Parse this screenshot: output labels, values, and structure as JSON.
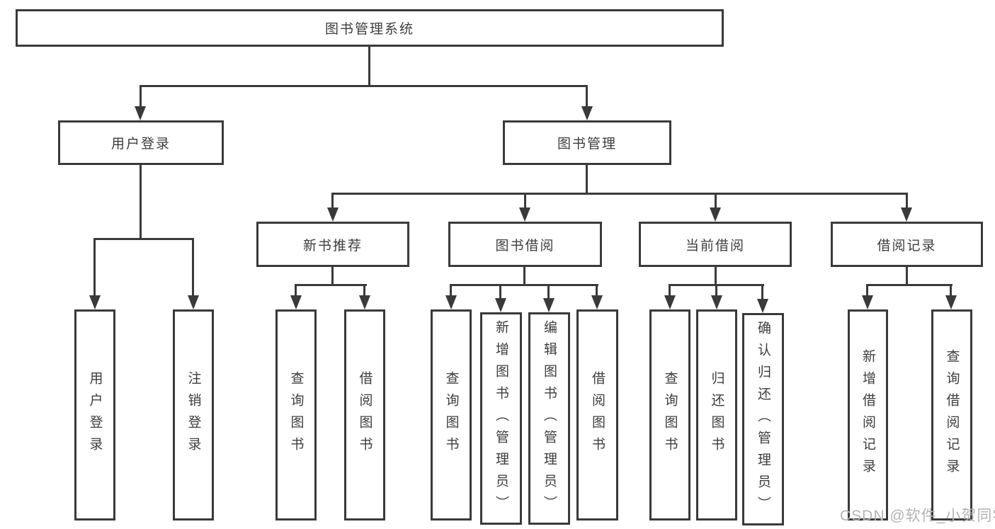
{
  "diagram_type": "functional-structure-tree",
  "root": {
    "label": "图书管理系统"
  },
  "modules": {
    "user_login": {
      "label": "用户登录"
    },
    "book_management": {
      "label": "图书管理"
    }
  },
  "submodules": {
    "new_book_recommend": {
      "label": "新书推荐"
    },
    "book_borrowing": {
      "label": "图书借阅"
    },
    "current_borrowing": {
      "label": "当前借阅"
    },
    "borrowing_records": {
      "label": "借阅记录"
    }
  },
  "functions": {
    "user_login": {
      "label": "用户登录"
    },
    "logout": {
      "label": "注销登录"
    },
    "recommend_query_books": {
      "label": "查询图书"
    },
    "recommend_borrow_books": {
      "label": "借阅图书"
    },
    "borrowing_query_books": {
      "label": "查询图书"
    },
    "borrowing_add_books": {
      "label": "新增图书（管理员）"
    },
    "borrowing_edit_books": {
      "label": "编辑图书（管理员）"
    },
    "borrowing_borrow_books": {
      "label": "借阅图书"
    },
    "current_query_books": {
      "label": "查询图书"
    },
    "current_return_books": {
      "label": "归还图书"
    },
    "current_confirm_return": {
      "label": "确认归还（管理员）"
    },
    "records_add_record": {
      "label": "新增借阅记录"
    },
    "records_query_record": {
      "label": "查询借阅记录"
    }
  },
  "watermark": {
    "label": "CSDN @软件_小贺同学"
  },
  "colors": {
    "line": "#3a3a3a",
    "text": "#3d3d3d",
    "watermark": "#b3b3b3",
    "background": "#ffffff"
  }
}
